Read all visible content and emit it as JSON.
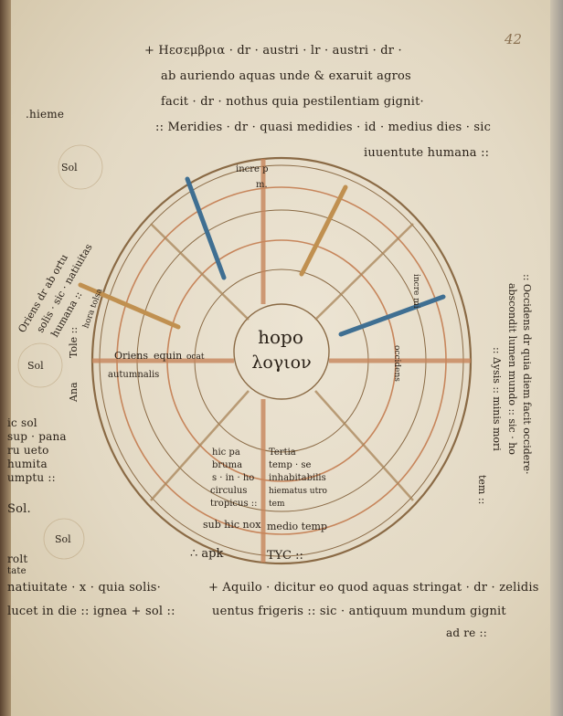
{
  "folio_number": "42",
  "top_text": [
    "+ Ηεσεμβρια · dr · austri · lr · austri · dr ·",
    "ab auriendo aquas unde & exaruit agros",
    "facit · dr · nothus quia pestilentiam gignit·",
    ":: Meridies · dr · quasi medidies · id · medius dies · sic",
    "iuuentute humana ::"
  ],
  "right_margin_text": [
    ":: Occidens dr quia diem facit occidere·",
    "abscondit lumen mundo :: sic · ho",
    ":: Δysis ::    minis mori",
    "tem ::"
  ],
  "left_margin_text": {
    "top": ".hieme",
    "sun_top": "Sol",
    "curved": [
      "Oriens dr ab ortu",
      "solis · sic · natiuitas",
      "humana ::"
    ],
    "sun_mid": "Sol",
    "lower": [
      "ic sol",
      "sup · pana",
      "ru ueto",
      "humita",
      "umptu ::"
    ],
    "bottom": [
      "Sol.",
      "rolt",
      "tate"
    ],
    "sun_bottom": "Sol"
  },
  "bottom_text": [
    "natiuitate · x · quia solis·",
    "lucet in die :: ignea + sol ::",
    "+ Aquilo · dicitur eo quod aquas stringat · dr · zelidis",
    "uentus frigeris :: sic · antiquum mundum gignit",
    "ad re ::"
  ],
  "diagram": {
    "center_top": "hopo",
    "center_bottom": "λογιον",
    "labels": {
      "top_ring": "incre p",
      "top_ring_2": "m.",
      "left_east": "Oriens",
      "left_east_2": "equin",
      "left_east_3": "ocat",
      "left_east_4": "autumnalis",
      "left_outer": "Tole ::",
      "left_outer_2": "Ana",
      "left_hours": "hora tolsa",
      "bottom_south": "∴ apk",
      "bottom_south_2": "TYC ::",
      "bottom_center_left": [
        "hic pa",
        "bruma",
        "s · in · ho",
        "circulus",
        "tropicus ::"
      ],
      "bottom_center_right": [
        "Tertia",
        "temp · se",
        "inhabitabilis",
        "hiematus utro",
        "tem"
      ],
      "bottom_lower": [
        "sub hic nox",
        "medio temp"
      ],
      "right_inner": "incre mi",
      "right_outer": "occidens"
    },
    "colors": {
      "ring_brown": "#8a6a45",
      "ring_orange": "#c7865c",
      "blue_stroke": "#3f6f92",
      "tan_stroke": "#c09050"
    }
  }
}
